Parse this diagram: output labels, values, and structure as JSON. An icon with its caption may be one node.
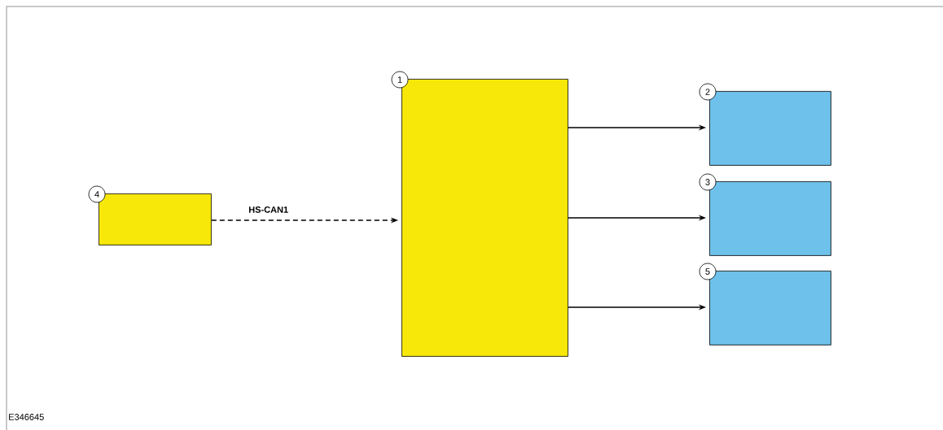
{
  "diagram": {
    "nodes": [
      {
        "text": [
          "1"
        ]
      },
      {
        "text": [
          "2"
        ]
      },
      {
        "text": [
          "3"
        ]
      },
      {
        "text": [
          "4"
        ]
      },
      {
        "text": [
          "5"
        ]
      }
    ],
    "edges": [
      {
        "from": 3,
        "to": 0,
        "arrow": "to",
        "label": "HS-CAN1",
        "style": "dashed"
      },
      {
        "from": 0,
        "to": 1,
        "arrow": "to"
      },
      {
        "from": 0,
        "to": 2,
        "arrow": "to"
      },
      {
        "from": 0,
        "to": 4,
        "arrow": "to"
      }
    ],
    "labels": [
      "E346645"
    ]
  }
}
